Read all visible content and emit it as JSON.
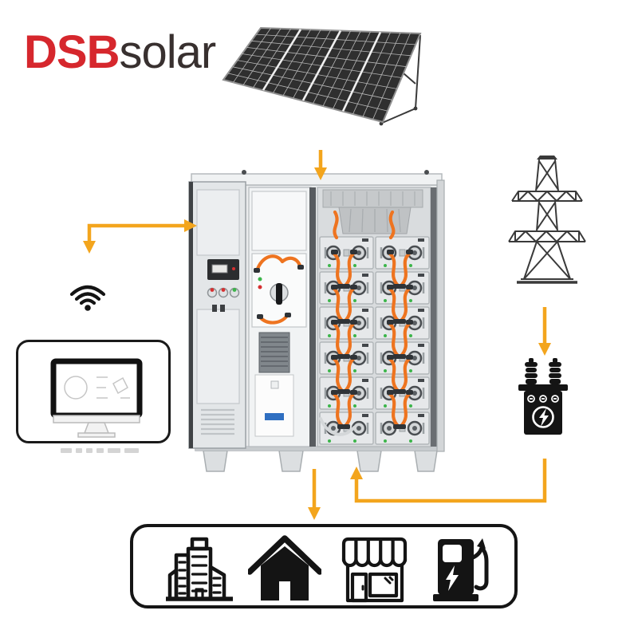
{
  "brand": {
    "name_primary": "DSB",
    "name_secondary": "solar"
  },
  "colors": {
    "background": "#ffffff",
    "logo_red": "#d6272d",
    "logo_dark": "#38302f",
    "arrow": "#f3a51d",
    "cable": "#ee7420",
    "ink": "#141414",
    "line": "#3a3a3a",
    "faint": "#c6c6c6",
    "green": "#3cb54a",
    "red_dot": "#d63031",
    "label_blue": "#2f6fc1"
  },
  "diagram": {
    "nodes": [
      {
        "id": "solar-array",
        "icon": "solar-panel-icon"
      },
      {
        "id": "battery-cabinet",
        "icon": "battery-storage-cabinet"
      },
      {
        "id": "wireless",
        "icon": "wifi-icon"
      },
      {
        "id": "monitoring",
        "icon": "desktop-monitor-icon"
      },
      {
        "id": "grid-tower",
        "icon": "transmission-tower-icon"
      },
      {
        "id": "transformer",
        "icon": "transformer-icon"
      },
      {
        "id": "loads",
        "icons": [
          "office-buildings-icon",
          "house-icon",
          "storefront-icon",
          "ev-charging-station-icon"
        ]
      }
    ],
    "flows": [
      {
        "from": "solar-array",
        "to": "battery-cabinet"
      },
      {
        "from": "battery-cabinet",
        "to": "wireless"
      },
      {
        "from": "grid-tower",
        "to": "transformer"
      },
      {
        "from": "transformer",
        "to": "battery-cabinet"
      },
      {
        "from": "battery-cabinet",
        "to": "loads"
      }
    ]
  }
}
